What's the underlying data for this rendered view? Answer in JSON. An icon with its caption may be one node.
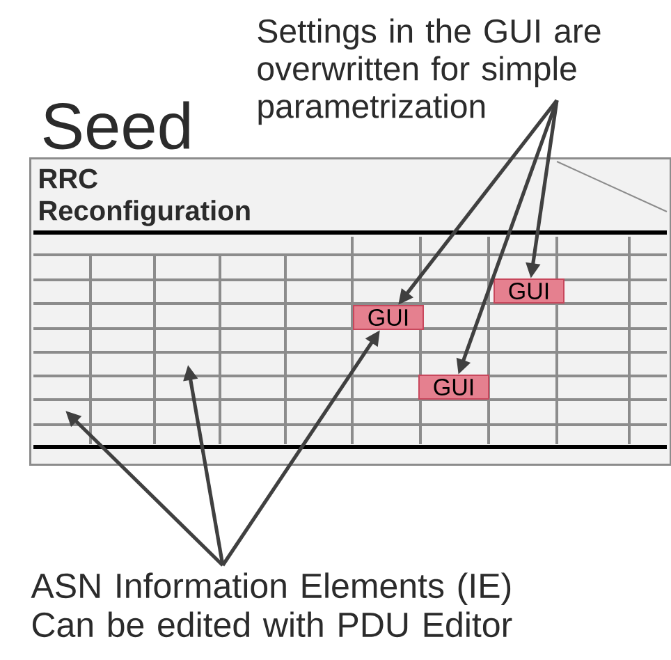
{
  "diagram": {
    "nodes": [
      {
        "text": [
          "Settings in the GUI are overwritten for simple parametrization"
        ]
      },
      {
        "text": [
          "Seed",
          "RRC Reconfiguration"
        ]
      },
      {
        "text": [
          "GUI"
        ],
        "in": 1
      },
      {
        "text": [
          "GUI"
        ],
        "in": 1
      },
      {
        "text": [
          "GUI"
        ],
        "in": 1
      },
      {
        "text": [
          "ASN Information Elements (IE) Can be edited with PDU Editor"
        ]
      }
    ],
    "edges": [
      {
        "from": 0,
        "to": 3,
        "arrow": "to"
      },
      {
        "from": 0,
        "to": 2,
        "arrow": "to"
      },
      {
        "from": 0,
        "to": 4,
        "arrow": "to"
      },
      {
        "from": 5,
        "to": null,
        "arrow": "to"
      },
      {
        "from": 5,
        "to": null,
        "arrow": "to"
      },
      {
        "from": 5,
        "to": 3,
        "arrow": "to"
      }
    ]
  }
}
